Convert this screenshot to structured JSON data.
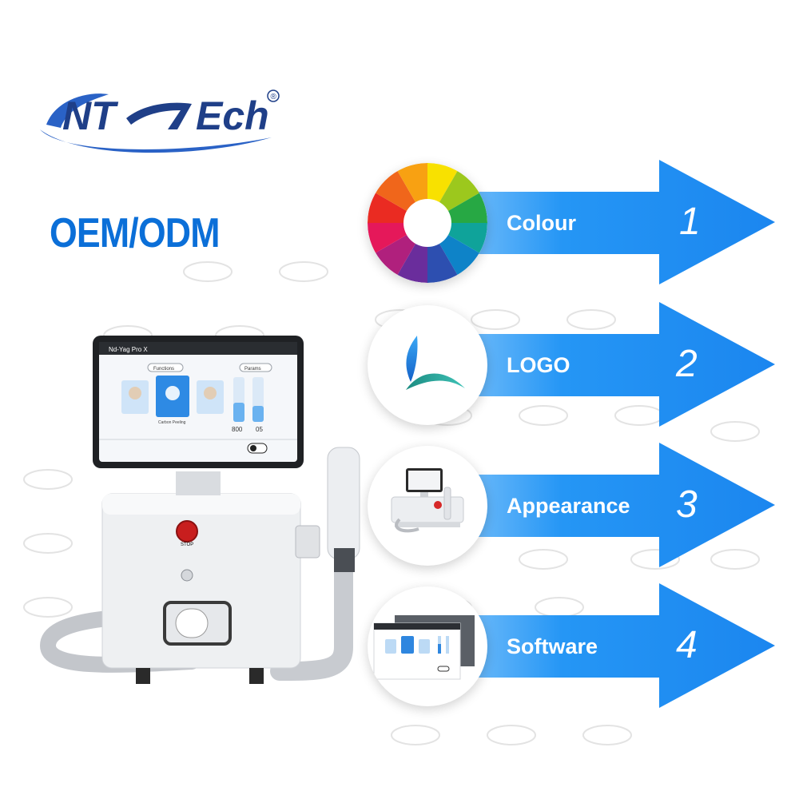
{
  "brand": {
    "logo_text": "CNTtEch",
    "registered_mark": "®"
  },
  "headline": "OEM/ODM",
  "options": [
    {
      "label": "Colour",
      "number": "1",
      "icon": "color-wheel-icon"
    },
    {
      "label": "LOGO",
      "number": "2",
      "icon": "logo-mark-icon"
    },
    {
      "label": "Appearance",
      "number": "3",
      "icon": "machine-thumbnail-icon"
    },
    {
      "label": "Software",
      "number": "4",
      "icon": "software-screenshot-icon"
    }
  ],
  "device_screen": {
    "title": "Nd-Yag Pro X",
    "tabs": [
      "Functions",
      "Params"
    ],
    "readout_1": "800",
    "readout_2": "05",
    "caption": "Carbon Peeling"
  },
  "stop_button_text": "STOP",
  "colors": {
    "primary_blue": "#1e8bf0",
    "dark_blue": "#0b6fd8",
    "logo_blue": "#2a62c6"
  }
}
